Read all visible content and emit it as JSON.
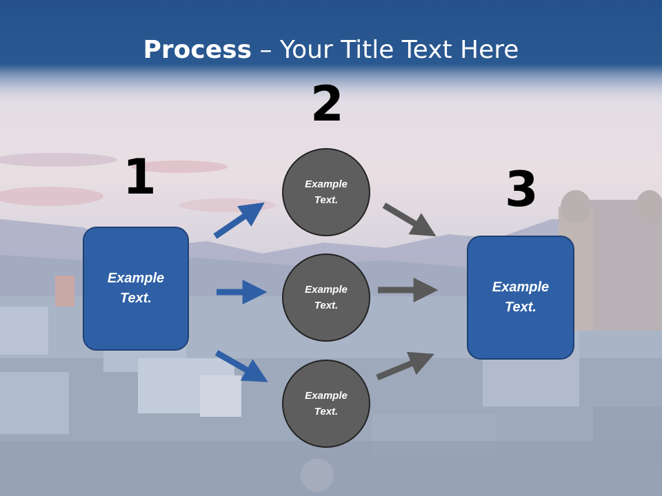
{
  "title": {
    "bold": "Process",
    "rest": " – Your Title Text Here"
  },
  "steps": {
    "one": "1",
    "two": "2",
    "three": "3"
  },
  "nodes": {
    "left_box": {
      "line1": "Example",
      "line2": "Text."
    },
    "circle_top": {
      "line1": "Example",
      "line2": "Text."
    },
    "circle_mid": {
      "line1": "Example",
      "line2": "Text."
    },
    "circle_bot": {
      "line1": "Example",
      "line2": "Text."
    },
    "right_box": {
      "line1": "Example",
      "line2": "Text."
    }
  },
  "colors": {
    "header": "#25528c",
    "box": "#2f60a6",
    "circle": "#5e5e5e",
    "blue_arrow": "#2f60a6",
    "gray_arrow": "#595959"
  }
}
